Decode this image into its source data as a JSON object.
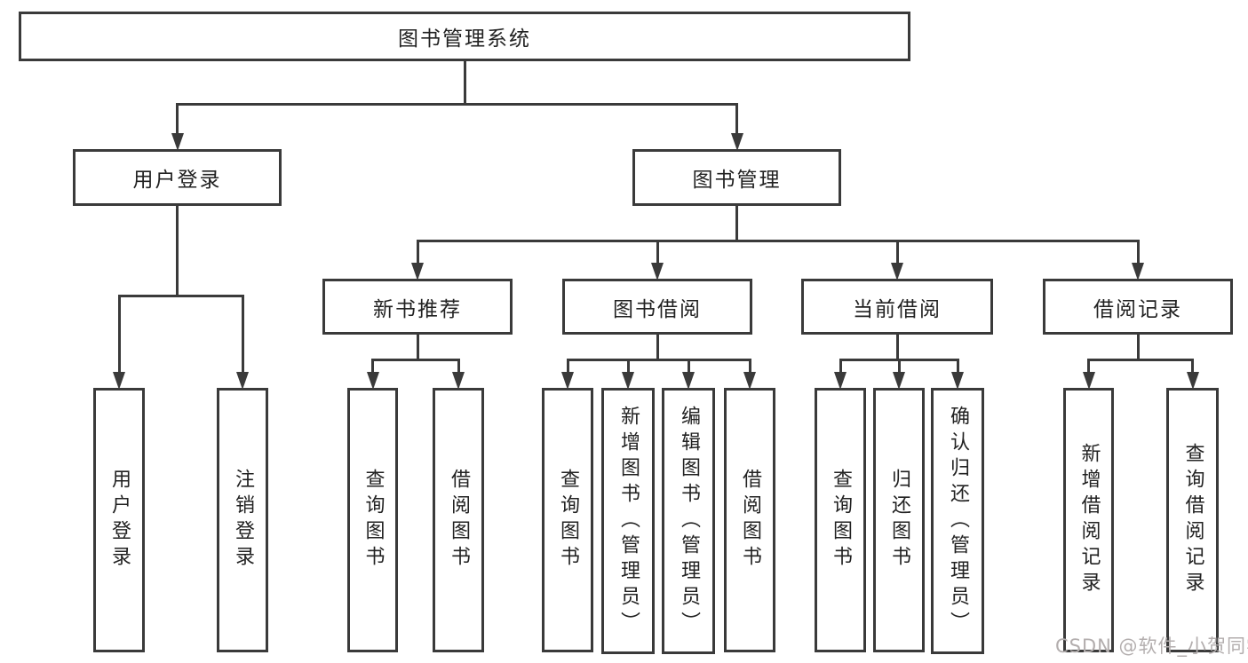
{
  "diagram_title": "图书管理系统",
  "watermark": "CSDN @软件_小贺同学",
  "colors": {
    "line": "#3a3a3a",
    "box_border": "#3a3a3a",
    "box_fill": "#ffffff",
    "text": "#222222",
    "watermark": "#b3aeae",
    "background": "#ffffff"
  },
  "hierarchy": {
    "label": "图书管理系统",
    "children": [
      {
        "label": "用户登录",
        "children": [
          {
            "label": "用户登录"
          },
          {
            "label": "注销登录"
          }
        ]
      },
      {
        "label": "图书管理",
        "children": [
          {
            "label": "新书推荐",
            "children": [
              {
                "label": "查询图书"
              },
              {
                "label": "借阅图书"
              }
            ]
          },
          {
            "label": "图书借阅",
            "children": [
              {
                "label": "查询图书"
              },
              {
                "label": "新增图书（管理员）"
              },
              {
                "label": "编辑图书（管理员）"
              },
              {
                "label": "借阅图书"
              }
            ]
          },
          {
            "label": "当前借阅",
            "children": [
              {
                "label": "查询图书"
              },
              {
                "label": "归还图书"
              },
              {
                "label": "确认归还（管理员）"
              }
            ]
          },
          {
            "label": "借阅记录",
            "children": [
              {
                "label": "新增借阅记录"
              },
              {
                "label": "查询借阅记录"
              }
            ]
          }
        ]
      }
    ]
  }
}
